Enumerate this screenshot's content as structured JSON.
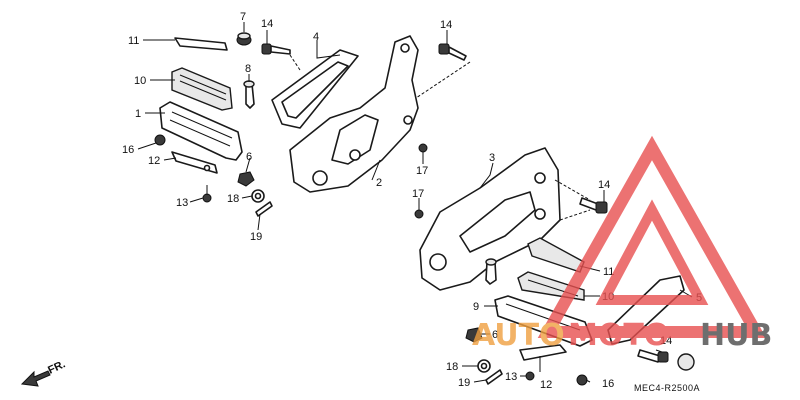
{
  "callouts": [
    {
      "id": "c11a",
      "label": "11"
    },
    {
      "id": "c7",
      "label": "7"
    },
    {
      "id": "c14a",
      "label": "14"
    },
    {
      "id": "c4",
      "label": "4"
    },
    {
      "id": "c14b",
      "label": "14"
    },
    {
      "id": "c10a",
      "label": "10"
    },
    {
      "id": "c8",
      "label": "8"
    },
    {
      "id": "c1",
      "label": "1"
    },
    {
      "id": "c16a",
      "label": "16"
    },
    {
      "id": "c12a",
      "label": "12"
    },
    {
      "id": "c6",
      "label": "6"
    },
    {
      "id": "c2",
      "label": "2"
    },
    {
      "id": "c17a",
      "label": "17"
    },
    {
      "id": "c13a",
      "label": "13"
    },
    {
      "id": "c18a",
      "label": "18"
    },
    {
      "id": "c19a",
      "label": "19"
    },
    {
      "id": "c3",
      "label": "3"
    },
    {
      "id": "c14c",
      "label": "14"
    },
    {
      "id": "c17b",
      "label": "17"
    },
    {
      "id": "c11b",
      "label": "11"
    },
    {
      "id": "c10b",
      "label": "10"
    },
    {
      "id": "c5",
      "label": "5"
    },
    {
      "id": "c9",
      "label": "9"
    },
    {
      "id": "c6b",
      "label": "6"
    },
    {
      "id": "c14d",
      "label": "14"
    },
    {
      "id": "c18b",
      "label": "18"
    },
    {
      "id": "c19b",
      "label": "19"
    },
    {
      "id": "c13b",
      "label": "13"
    },
    {
      "id": "c12b",
      "label": "12"
    },
    {
      "id": "c16b",
      "label": "16"
    }
  ],
  "diagram_code": "MEC4-R2500A",
  "direction_label": "FR.",
  "watermark": {
    "auto": "AUTO",
    "moto": "MOTO",
    "hub": "HUB",
    "color_orange": "#f0a040",
    "color_red": "#e85050",
    "color_dark": "#4a4a4a"
  }
}
